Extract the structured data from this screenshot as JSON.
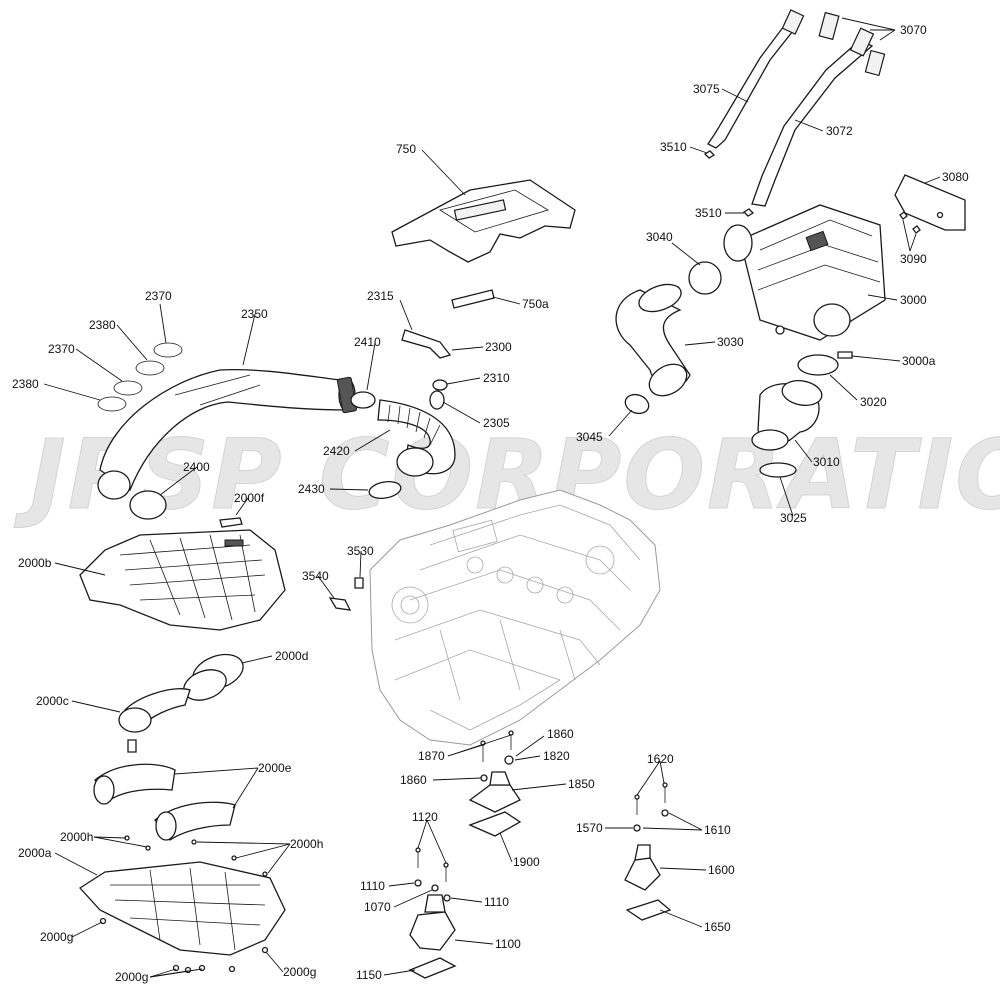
{
  "watermark": "JPSP CORPORATION",
  "callouts": {
    "c3070": "3070",
    "c3075": "3075",
    "c3072": "3072",
    "c3510a": "3510",
    "c3510b": "3510",
    "c3080": "3080",
    "c3090": "3090",
    "c3040": "3040",
    "c3000": "3000",
    "c3030": "3030",
    "c3000a": "3000a",
    "c3045": "3045",
    "c3020": "3020",
    "c3010": "3010",
    "c3025": "3025",
    "c750": "750",
    "c750a": "750a",
    "c2315": "2315",
    "c2300": "2300",
    "c2410": "2410",
    "c2310": "2310",
    "c2305": "2305",
    "c2420": "2420",
    "c2430": "2430",
    "c2370a": "2370",
    "c2370b": "2370",
    "c2380a": "2380",
    "c2380b": "2380",
    "c2350": "2350",
    "c2400": "2400",
    "c2000f": "2000f",
    "c2000b": "2000b",
    "c3530": "3530",
    "c3540": "3540",
    "c2000d": "2000d",
    "c2000c": "2000c",
    "c2000e": "2000e",
    "c2000h_a": "2000h",
    "c2000h_b": "2000h",
    "c2000a": "2000a",
    "c2000g_a": "2000g",
    "c2000g_b": "2000g",
    "c2000g_c": "2000g",
    "c1870": "1870",
    "c1860a": "1860",
    "c1860b": "1860",
    "c1820": "1820",
    "c1850": "1850",
    "c1900": "1900",
    "c1620": "1620",
    "c1570": "1570",
    "c1610": "1610",
    "c1600": "1600",
    "c1650": "1650",
    "c1120": "1120",
    "c1110a": "1110",
    "c1110b": "1110",
    "c1070": "1070",
    "c1100": "1100",
    "c1150": "1150"
  }
}
